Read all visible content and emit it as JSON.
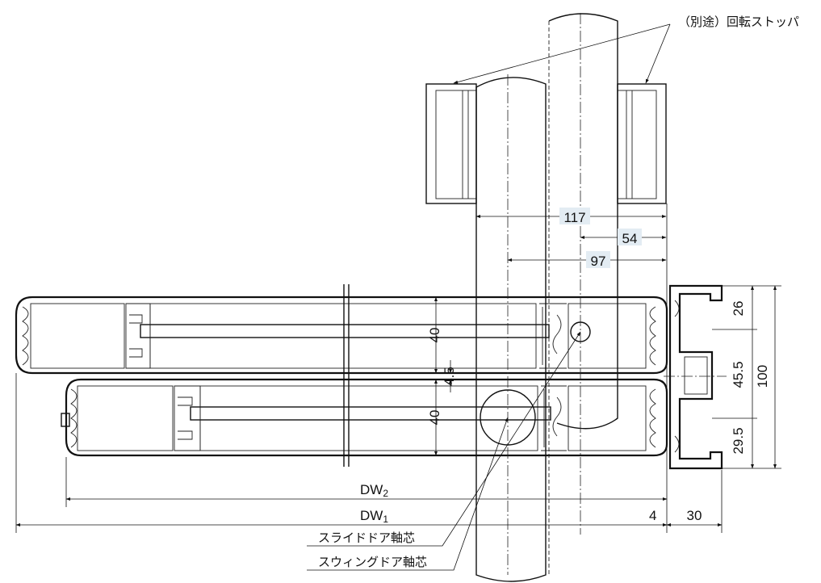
{
  "labels": {
    "rotation_stopper": "（別途）回転ストッパ",
    "slide_door_axis": "スライドドア軸芯",
    "swing_door_axis": "スウィングドア軸芯"
  },
  "dimensions": {
    "d117": "117",
    "d54": "54",
    "d97": "97",
    "d40a": "40",
    "d4_5": "4.5",
    "d40b": "40",
    "d26": "26",
    "d45_5": "45.5",
    "d100": "100",
    "d29_5": "29.5",
    "dw2_main": "DW",
    "dw2_sub": "2",
    "dw1_main": "DW",
    "dw1_sub": "1",
    "d4": "4",
    "d30": "30"
  }
}
